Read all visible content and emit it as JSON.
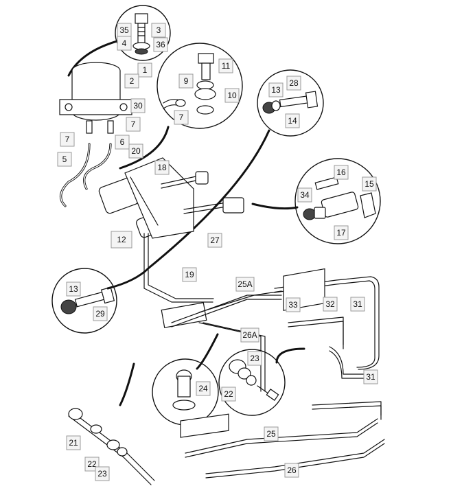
{
  "diagram": {
    "highlight_color": "#e0001a",
    "callouts": [
      {
        "id": "35",
        "label": "35"
      },
      {
        "id": "3",
        "label": "3"
      },
      {
        "id": "4",
        "label": "4"
      },
      {
        "id": "36",
        "label": "36"
      },
      {
        "id": "1",
        "label": "1"
      },
      {
        "id": "2",
        "label": "2"
      },
      {
        "id": "30",
        "label": "30"
      },
      {
        "id": "7a",
        "label": "7"
      },
      {
        "id": "7b",
        "label": "7"
      },
      {
        "id": "6",
        "label": "6"
      },
      {
        "id": "5",
        "label": "5"
      },
      {
        "id": "20",
        "label": "20"
      },
      {
        "id": "11",
        "label": "11"
      },
      {
        "id": "9",
        "label": "9"
      },
      {
        "id": "10",
        "label": "10"
      },
      {
        "id": "7c",
        "label": "7"
      },
      {
        "id": "13a",
        "label": "13"
      },
      {
        "id": "28",
        "label": "28"
      },
      {
        "id": "14",
        "label": "14"
      },
      {
        "id": "18",
        "label": "18"
      },
      {
        "id": "16",
        "label": "16"
      },
      {
        "id": "15",
        "label": "15"
      },
      {
        "id": "34",
        "label": "34"
      },
      {
        "id": "17",
        "label": "17"
      },
      {
        "id": "12",
        "label": "12",
        "highlighted": true
      },
      {
        "id": "27",
        "label": "27"
      },
      {
        "id": "19",
        "label": "19"
      },
      {
        "id": "25A",
        "label": "25A"
      },
      {
        "id": "13b",
        "label": "13"
      },
      {
        "id": "29",
        "label": "29"
      },
      {
        "id": "33",
        "label": "33"
      },
      {
        "id": "32",
        "label": "32"
      },
      {
        "id": "31a",
        "label": "31"
      },
      {
        "id": "26A",
        "label": "26A"
      },
      {
        "id": "23a",
        "label": "23"
      },
      {
        "id": "24",
        "label": "24"
      },
      {
        "id": "22a",
        "label": "22"
      },
      {
        "id": "31b",
        "label": "31"
      },
      {
        "id": "21",
        "label": "21"
      },
      {
        "id": "22b",
        "label": "22"
      },
      {
        "id": "23b",
        "label": "23"
      },
      {
        "id": "25",
        "label": "25"
      },
      {
        "id": "26",
        "label": "26"
      }
    ]
  }
}
